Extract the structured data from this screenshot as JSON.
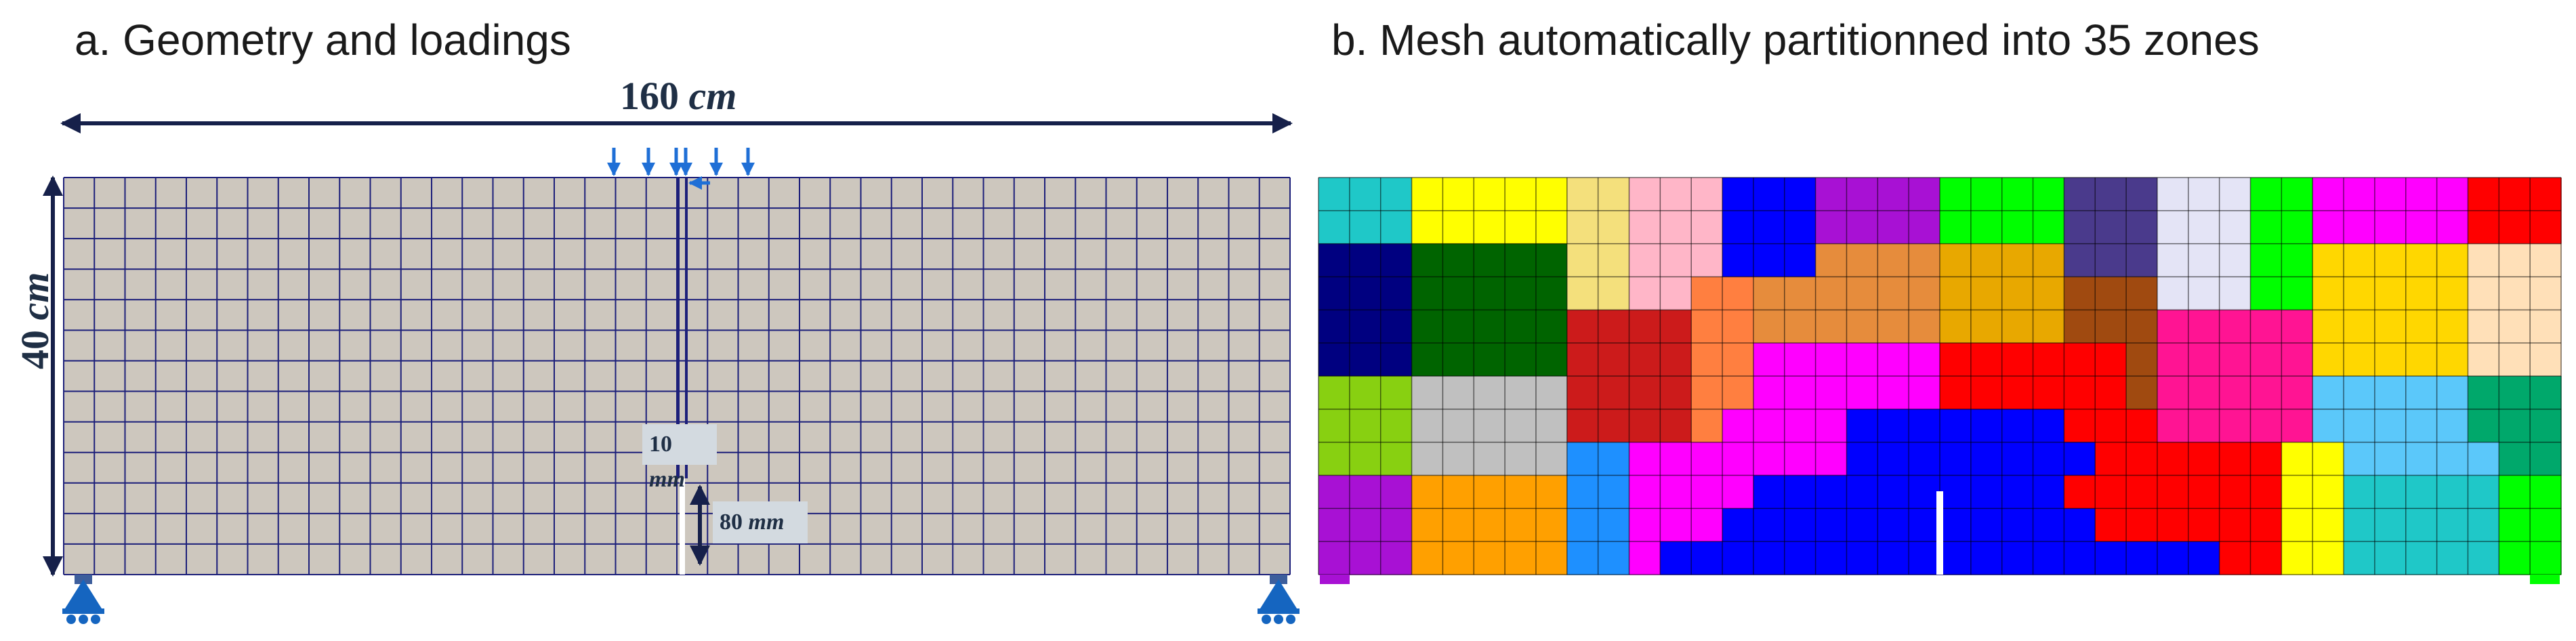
{
  "panels": {
    "a": {
      "title": "a. Geometry and loadings"
    },
    "b": {
      "title": "b. Mesh automatically partitionned into 35 zones"
    }
  },
  "dimensions": {
    "width": {
      "value": "160",
      "unit": "cm"
    },
    "height": {
      "value": "40",
      "unit": "cm"
    },
    "notch_width": {
      "value": "10",
      "unit": "mm"
    },
    "notch_depth": {
      "value": "80",
      "unit": "mm"
    }
  },
  "colors": {
    "mesh_fill": "#cdc7be",
    "mesh_line": "#1c1f7a",
    "dimension_line": "#16204a",
    "load_arrow": "#1f6fd6",
    "support": "#1565c0"
  },
  "zone_count": 35
}
